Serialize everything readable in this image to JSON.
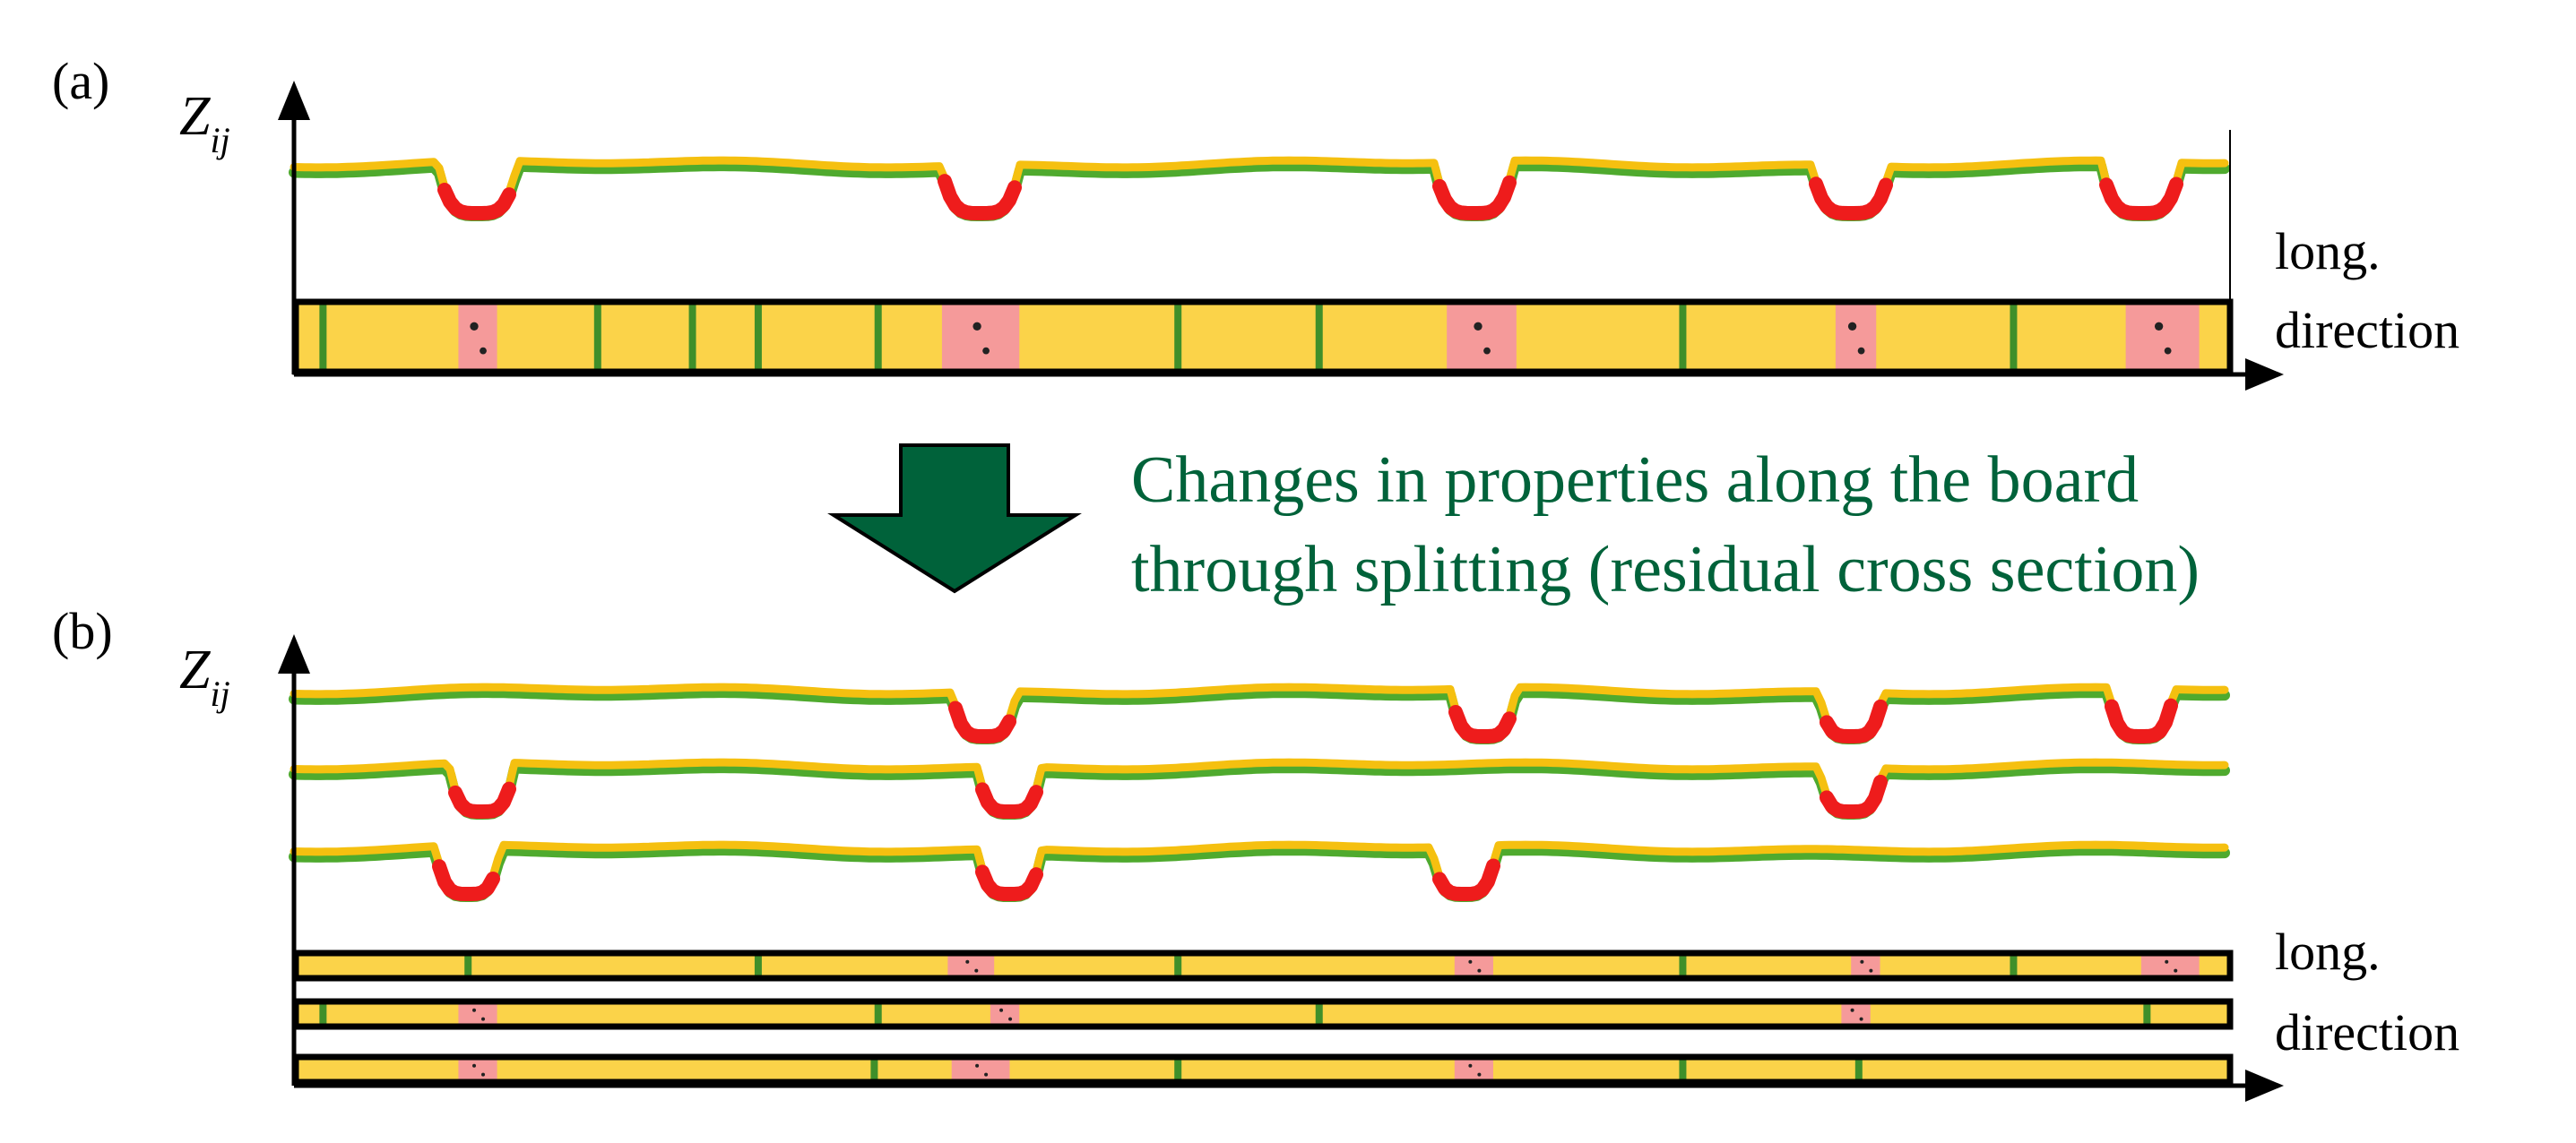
{
  "panel_a": {
    "label": "(a)",
    "y_axis_main": "Z",
    "y_axis_sub": "ij",
    "x_axis_line1": "long.",
    "x_axis_line2": "direction",
    "profile_dips": [
      0.095,
      0.355,
      0.61,
      0.805,
      0.955
    ],
    "board_zones": [
      {
        "type": "knot",
        "from": 0.085,
        "to": 0.105
      },
      {
        "type": "knot",
        "from": 0.335,
        "to": 0.375
      },
      {
        "type": "knot",
        "from": 0.596,
        "to": 0.632
      },
      {
        "type": "knot",
        "from": 0.797,
        "to": 0.818
      },
      {
        "type": "knot",
        "from": 0.947,
        "to": 0.985
      },
      {
        "type": "growth-ring",
        "at": 0.015
      },
      {
        "type": "growth-ring",
        "at": 0.157
      },
      {
        "type": "growth-ring",
        "at": 0.206
      },
      {
        "type": "growth-ring",
        "at": 0.24
      },
      {
        "type": "growth-ring",
        "at": 0.302
      },
      {
        "type": "growth-ring",
        "at": 0.457
      },
      {
        "type": "growth-ring",
        "at": 0.53
      },
      {
        "type": "growth-ring",
        "at": 0.718
      },
      {
        "type": "growth-ring",
        "at": 0.889
      }
    ]
  },
  "transition": {
    "caption_line1": "Changes in properties along the board",
    "caption_line2": "through splitting (residual cross section)"
  },
  "panel_b": {
    "label": "(b)",
    "y_axis_main": "Z",
    "y_axis_sub": "ij",
    "x_axis_line1": "long.",
    "x_axis_line2": "direction",
    "profiles": [
      {
        "dips": [
          0.357,
          0.615,
          0.805,
          0.955
        ]
      },
      {
        "dips": [
          0.097,
          0.37,
          0.805
        ]
      },
      {
        "dips": [
          0.09,
          0.37,
          0.605
        ]
      }
    ],
    "strips": [
      {
        "knots": [
          0.338,
          0.362,
          0.6,
          0.62,
          0.805,
          0.82,
          0.955,
          0.985
        ],
        "rings": [
          0.09,
          0.24,
          0.457,
          0.718,
          0.889
        ]
      },
      {
        "knots": [
          0.085,
          0.105,
          0.36,
          0.375,
          0.8,
          0.815
        ],
        "rings": [
          0.015,
          0.302,
          0.53,
          0.958
        ]
      },
      {
        "knots": [
          0.085,
          0.105,
          0.34,
          0.37,
          0.6,
          0.62
        ],
        "rings": [
          0.3,
          0.457,
          0.718,
          0.809
        ]
      }
    ]
  },
  "colors": {
    "wood": "#fbd349",
    "knot": "#f59a9a",
    "ring": "#3f8f2a",
    "profile_top": "#f5c010",
    "profile_bottom": "#4faa2e",
    "profile_defect": "#ee1c1c",
    "arrow": "#00623a",
    "caption": "#00623a",
    "axis": "#000000"
  }
}
